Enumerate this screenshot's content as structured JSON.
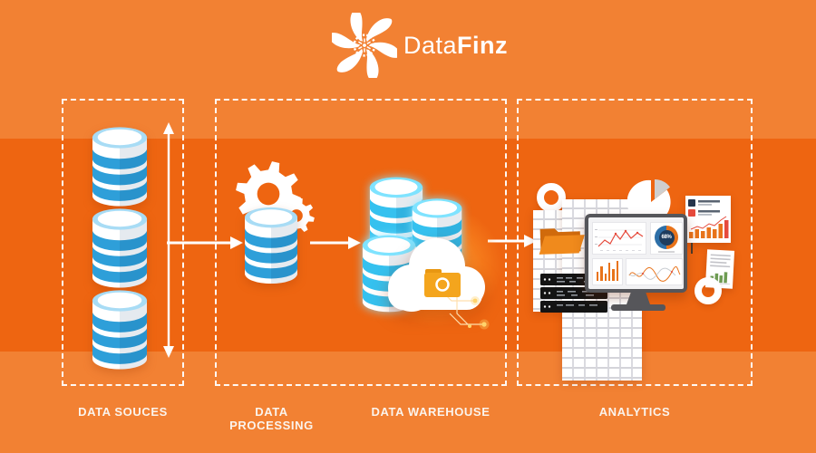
{
  "brand": {
    "name_light": "Data",
    "name_bold": "Finz"
  },
  "stages": [
    {
      "id": "data-sources",
      "label": "DATA SOUCES"
    },
    {
      "id": "data-processing",
      "label": "DATA PROCESSING"
    },
    {
      "id": "data-warehouse",
      "label": "DATA WAREHOUSE"
    },
    {
      "id": "analytics",
      "label": "ANALYTICS"
    }
  ],
  "analytics_dashboard": {
    "donut_value": "68%"
  },
  "palette": {
    "background_light": "#F28133",
    "background_dark": "#EE6511",
    "white": "#FFFFFF",
    "database_blue": "#2E9FD9",
    "database_blue_rim": "#A8DCF5",
    "database_cyan": "#35C1EF",
    "database_cyan_rim": "#7FE3FF",
    "folder_orange": "#F4A51D",
    "chart_orange": "#E8731A",
    "chart_red": "#E64A3C",
    "chart_blue": "#2D6FA8",
    "chart_navy": "#1E3C5E",
    "chart_green": "#6E9C53",
    "monitor_gray": "#56565A",
    "server_black": "#141414",
    "circuit_glow": "#FFDFAD"
  }
}
